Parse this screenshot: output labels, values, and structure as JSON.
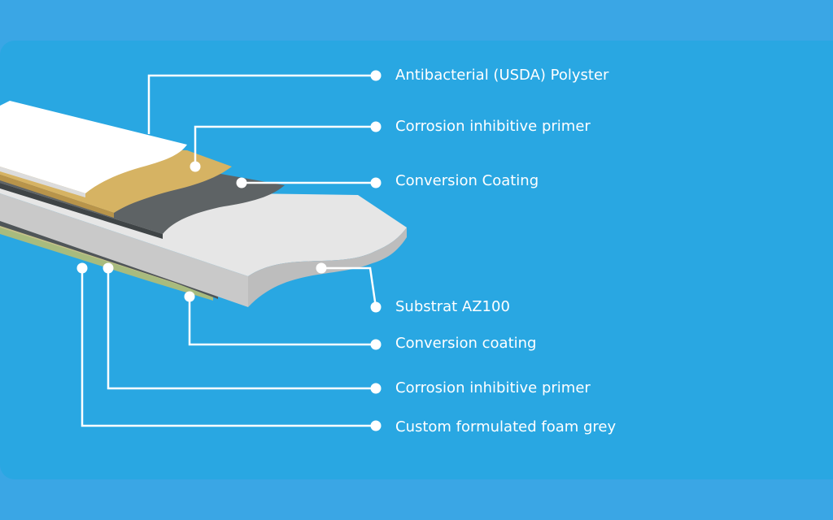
{
  "colors": {
    "background": "#3aa6e5",
    "panel": "#29a7e2",
    "leader_line": "#ffffff",
    "polyester": "#ffffff",
    "primer": "#d6b363",
    "conversion_coating": "#5e6365",
    "substrate": "#e6e6e6",
    "substrate_edge": "#c9c9c9",
    "foam_grey": "#a8bb7e"
  },
  "layers": [
    {
      "id": "antibacterial-polyster",
      "label": "Antibacterial (USDA) Polyster"
    },
    {
      "id": "corrosion-primer-top",
      "label": "Corrosion inhibitive primer"
    },
    {
      "id": "conversion-coating-top",
      "label": "Conversion Coating"
    },
    {
      "id": "substrat",
      "label": "Substrat AZ100"
    },
    {
      "id": "conversion-coating-bottom",
      "label": "Conversion coating"
    },
    {
      "id": "corrosion-primer-bottom",
      "label": "Corrosion inhibitive primer"
    },
    {
      "id": "foam-grey",
      "label": "Custom formulated foam grey"
    }
  ]
}
